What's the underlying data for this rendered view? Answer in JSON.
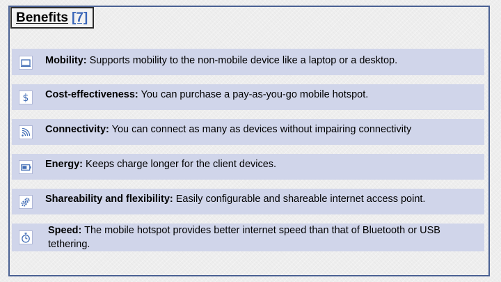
{
  "title": {
    "text": "Benefits",
    "reference": "[7]"
  },
  "benefits": [
    {
      "label": "Mobility:",
      "description": " Supports mobility to the non-mobile device like a laptop or a desktop.",
      "icon": "laptop-icon"
    },
    {
      "label": "Cost-effectiveness:",
      "description": " You can purchase a pay-as-you-go mobile hotspot.",
      "icon": "dollar-icon"
    },
    {
      "label": "Connectivity:",
      "description": " You can connect as many as devices without impairing connectivity",
      "icon": "wifi-signal-icon"
    },
    {
      "label": "Energy:",
      "description": "  Keeps charge longer for the client devices.",
      "icon": "battery-icon"
    },
    {
      "label": "Shareability and flexibility:",
      "description": " Easily configurable and shareable internet access point.",
      "icon": "gears-icon"
    },
    {
      "label": "Speed:",
      "description": " The mobile hotspot provides better internet speed than that of Bluetooth or USB tethering.",
      "icon": "stopwatch-icon"
    }
  ],
  "colors": {
    "frame": "#4a6193",
    "card": "#d0d5ea",
    "icon": "#3f6bb5",
    "reference": "#3a66b8"
  }
}
